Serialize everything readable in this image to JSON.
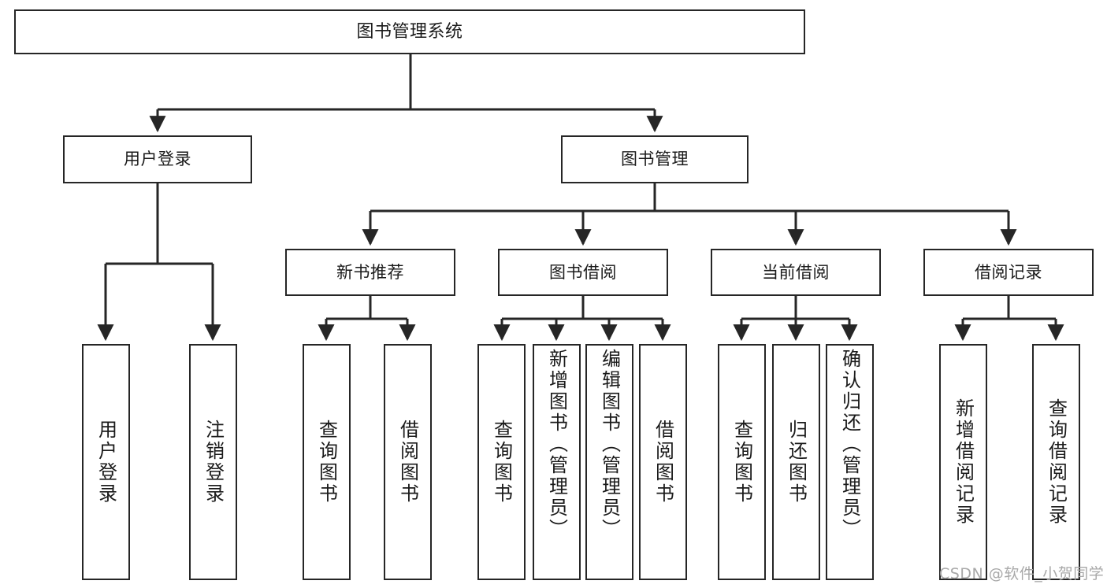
{
  "diagram": {
    "title": "图书管理系统",
    "type": "tree-hierarchy",
    "watermark": "CSDN @软件_小贺同学",
    "colors": {
      "stroke": "#262626",
      "fill": "#ffffff",
      "text": "#1a1a1a",
      "watermark": "#a8a8a8"
    },
    "root": {
      "label": "图书管理系统"
    },
    "level2": [
      {
        "id": "user-login",
        "label": "用户登录"
      },
      {
        "id": "book-management",
        "label": "图书管理"
      }
    ],
    "level3": [
      {
        "id": "new-book-recommend",
        "label": "新书推荐"
      },
      {
        "id": "book-borrow",
        "label": "图书借阅"
      },
      {
        "id": "current-borrow",
        "label": "当前借阅"
      },
      {
        "id": "borrow-record",
        "label": "借阅记录"
      }
    ],
    "leaves": {
      "user_login": [
        {
          "id": "leaf-user-login",
          "label": "用户登录"
        },
        {
          "id": "leaf-logout-login",
          "label": "注销登录"
        }
      ],
      "new_book_recommend": [
        {
          "id": "leaf-query-book-1",
          "label": "查询图书"
        },
        {
          "id": "leaf-borrow-book-1",
          "label": "借阅图书"
        }
      ],
      "book_borrow": [
        {
          "id": "leaf-query-book-2",
          "label": "查询图书"
        },
        {
          "id": "leaf-add-book",
          "label": "新增图书（管理员）"
        },
        {
          "id": "leaf-edit-book",
          "label": "编辑图书（管理员）"
        },
        {
          "id": "leaf-borrow-book-2",
          "label": "借阅图书"
        }
      ],
      "current_borrow": [
        {
          "id": "leaf-query-book-3",
          "label": "查询图书"
        },
        {
          "id": "leaf-return-book",
          "label": "归还图书"
        },
        {
          "id": "leaf-confirm-return",
          "label": "确认归还（管理员）"
        }
      ],
      "borrow_record": [
        {
          "id": "leaf-add-record",
          "label": "新增借阅记录"
        },
        {
          "id": "leaf-query-record",
          "label": "查询借阅记录"
        }
      ]
    }
  }
}
